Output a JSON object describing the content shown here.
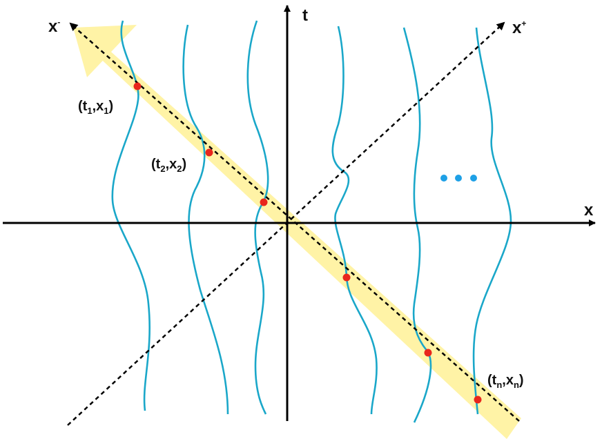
{
  "labels": {
    "t_axis": "t",
    "x_axis": "x",
    "x_minus": {
      "base": "x",
      "sup": "-"
    },
    "x_plus": {
      "base": "x",
      "sup": "+"
    },
    "point_1": {
      "open": "(t",
      "sub_a": "1",
      "mid": ",x",
      "sub_b": "1",
      "close": ")"
    },
    "point_2": {
      "open": "(t",
      "sub_a": "2",
      "mid": ",x",
      "sub_b": "2",
      "close": ")"
    },
    "point_n": {
      "open": "(t",
      "sub_a": "n",
      "mid": ",x",
      "sub_b": "n",
      "close": ")"
    }
  },
  "colors": {
    "axis": "#000000",
    "worldline": "#1aa7c9",
    "band": "#fff3a6",
    "point": "#e8261c",
    "ellipsis": "#1ea0e6"
  }
}
